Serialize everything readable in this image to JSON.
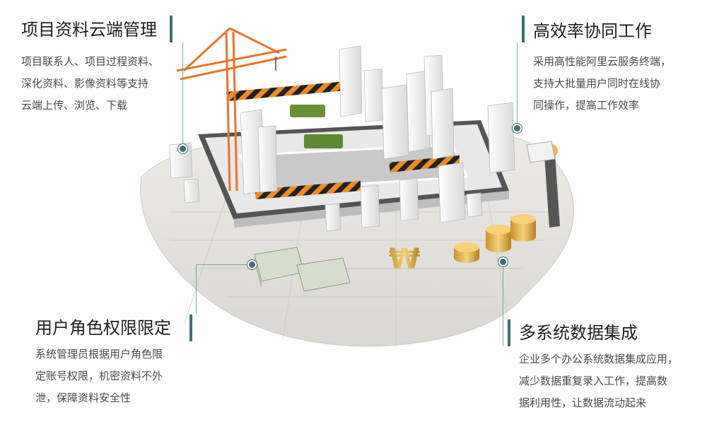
{
  "features": [
    {
      "id": "cloud",
      "title": "项目资料云端管理",
      "lines": [
        "项目联系人、项目过程资料、",
        "深化资料、影像资料等支持",
        "云端上传、浏览、下载"
      ]
    },
    {
      "id": "collab",
      "title": "高效率协同工作",
      "lines": [
        "采用高性能阿里云服务终端，",
        "支持大批量用户同时在线协",
        "同操作，提高工作效率"
      ]
    },
    {
      "id": "roles",
      "title": "用户角色权限限定",
      "lines": [
        "系统管理员根据用户角色限",
        "定账号权限，机密资料不外",
        "泄，保障资料安全性"
      ]
    },
    {
      "id": "integration",
      "title": "多系统数据集成",
      "lines": [
        "企业多个办公系统数据集成应用，",
        "减少数据重复录入工作，提高数",
        "据利用性，让数据流动起来"
      ]
    }
  ],
  "icons": [
    "crane-icon",
    "tablet-city-icon",
    "dollar-bill-icon",
    "won-sign-icon",
    "coin-stack-icon",
    "engineer-icon"
  ],
  "colors": {
    "accent": "#3f6f6e",
    "leader": "#7fa5a3",
    "crane": "#e8742a",
    "hazard": "#f08a24"
  }
}
